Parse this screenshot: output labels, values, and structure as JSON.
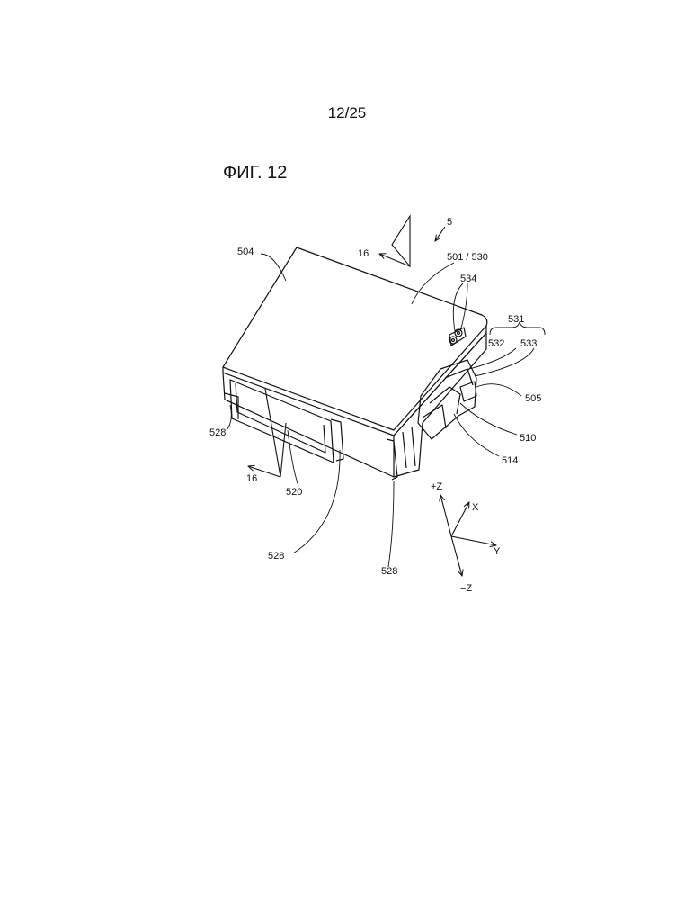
{
  "page": {
    "number": "12/25"
  },
  "figure": {
    "title": "ФИГ. 12",
    "labels": {
      "device": "5",
      "section_top": "16",
      "section_bottom": "16",
      "top_cover": "504",
      "part_501_530": "501 / 530",
      "part_534": "534",
      "part_531": "531",
      "part_532": "532",
      "part_533": "533",
      "part_505": "505",
      "part_510": "510",
      "part_514": "514",
      "part_528_left": "528",
      "part_520": "520",
      "part_528_mid": "528",
      "part_528_right": "528"
    },
    "axes": {
      "plus_z": "+Z",
      "minus_z": "−Z",
      "x": "X",
      "y": "Y"
    }
  }
}
